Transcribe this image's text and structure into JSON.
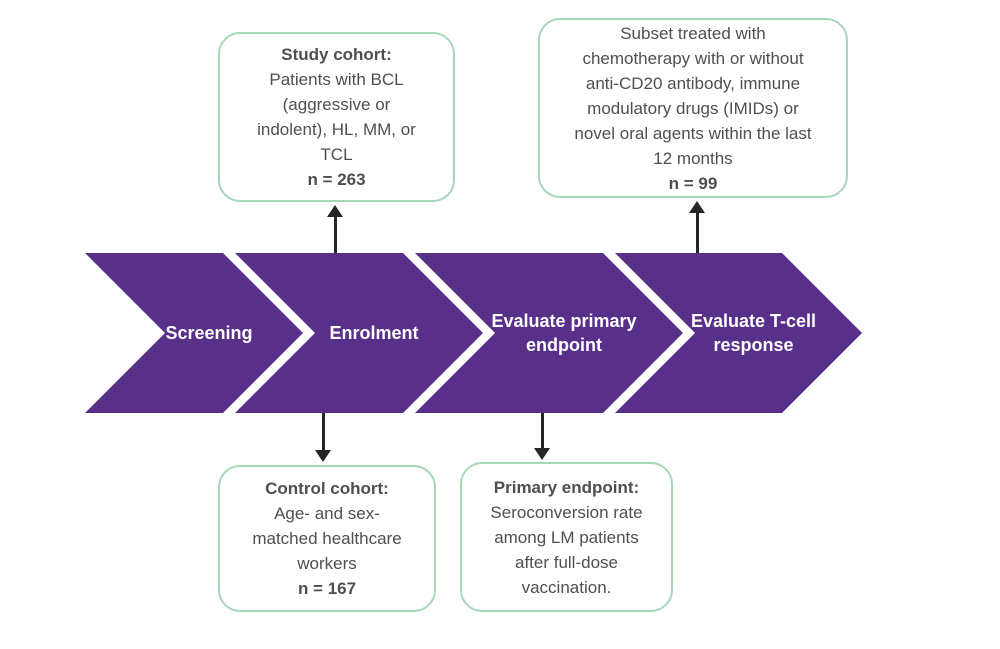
{
  "diagram": {
    "stages": [
      {
        "label": "Screening"
      },
      {
        "label": "Enrolment"
      },
      {
        "label": "Evaluate primary\nendpoint"
      },
      {
        "label": "Evaluate T-cell\nresponse"
      }
    ],
    "top_boxes": [
      {
        "title": "Study cohort:",
        "body": "Patients with BCL\n(aggressive or\nindolent), HL, MM, or\nTCL",
        "n": "n = 263"
      },
      {
        "title": "",
        "body": "Subset treated with\nchemotherapy with or without\nanti-CD20 antibody, immune\nmodulatory drugs (IMIDs) or\nnovel oral agents within the last\n12 months",
        "n": "n = 99"
      }
    ],
    "bottom_boxes": [
      {
        "title": "Control cohort:",
        "body": "Age- and sex-\nmatched healthcare\nworkers",
        "n": "n = 167"
      },
      {
        "title": "Primary endpoint:",
        "body": "Seroconversion rate\namong LM patients\nafter full-dose\nvaccination.",
        "n": ""
      }
    ],
    "colors": {
      "chevron_purple": "#58308a",
      "box_border_green": "#a5d7b6",
      "text_gray": "#4f4f4f",
      "arrow_black": "#262626",
      "stage_text_white": "#ffffff"
    }
  }
}
